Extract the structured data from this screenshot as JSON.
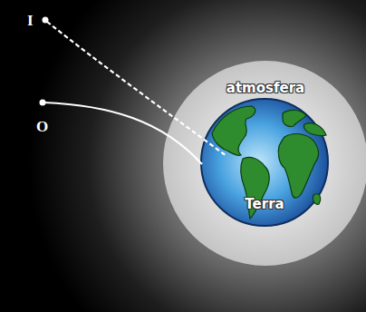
{
  "diagram": {
    "nodes": [
      {
        "text": [
          "atmosfera"
        ]
      },
      {
        "text": [
          "Terra"
        ],
        "in": 0
      }
    ],
    "labels": [
      "I",
      "O"
    ]
  }
}
